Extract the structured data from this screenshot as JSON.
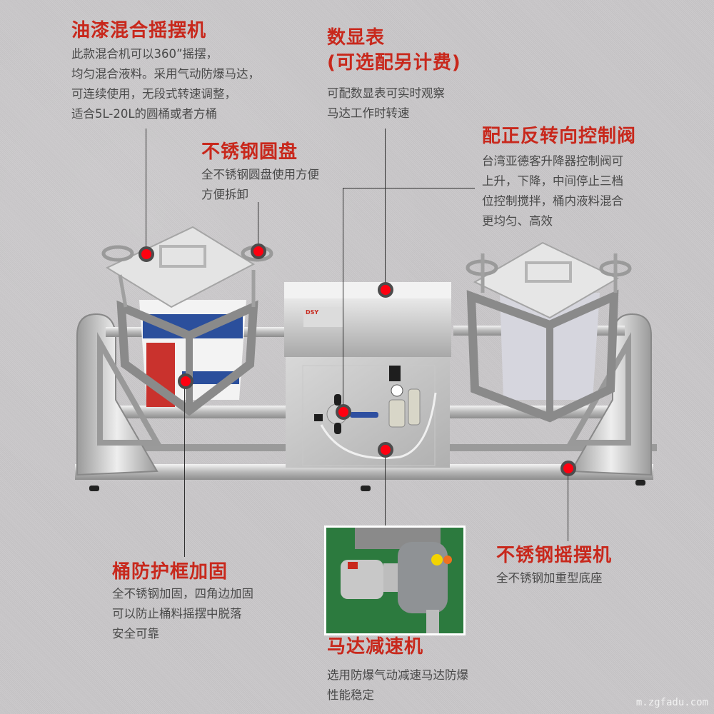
{
  "callouts": {
    "mixer": {
      "title": "油漆混合摇摆机",
      "lines": [
        "此款混合机可以360”摇摆，",
        "均匀混合液料。采用气动防爆马达，",
        "可连续使用，无段式转速调整，",
        "适合5L-20L的圆桶或者方桶"
      ]
    },
    "display": {
      "title_line1": "数显表",
      "title_line2": "(可选配另计费)",
      "lines": [
        "可配数显表可实时观察",
        "马达工作时转速"
      ]
    },
    "valve": {
      "title": "配正反转向控制阀",
      "lines": [
        "台湾亚德客升降器控制阀可",
        "上升，下降，中间停止三档",
        "位控制搅拌，桶内液料混合",
        "更均匀、高效"
      ]
    },
    "disc": {
      "title": "不锈钢圆盘",
      "lines": [
        "全不锈钢圆盘使用方便",
        "方便拆卸"
      ]
    },
    "frame": {
      "title": "桶防护框加固",
      "lines": [
        "全不锈钢加固，四角边加固",
        "可以防止桶料摇摆中脱落",
        "安全可靠"
      ]
    },
    "base": {
      "title": "不锈钢摇摆机",
      "lines": [
        "全不锈钢加重型底座"
      ]
    },
    "motor": {
      "title": "马达减速机",
      "lines": [
        "选用防爆气动减速马达防爆",
        "性能稳定"
      ]
    }
  },
  "control_box": {
    "nameplate_brand": "DSY"
  },
  "watermark": "m.zgfadu.com",
  "colors": {
    "title_red": "#c8281c",
    "dot_red": "#ff0010",
    "background": "#c9c7c9"
  }
}
